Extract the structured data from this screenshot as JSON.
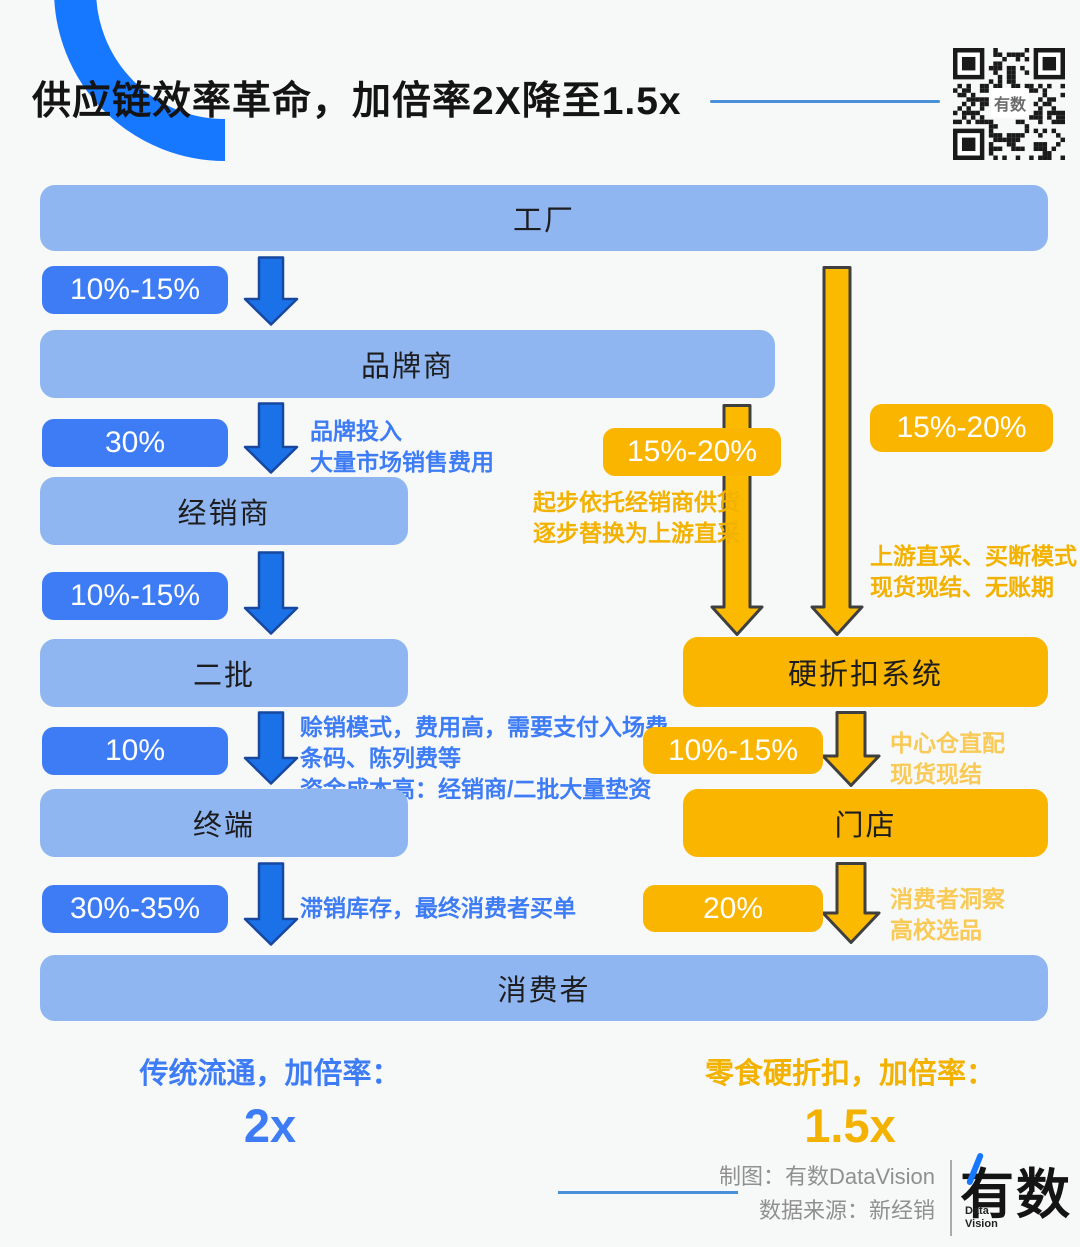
{
  "title": "供应链效率革命，加倍率2X降至1.5x",
  "colors": {
    "bg": "#F7F8F8",
    "light_blue": "#8FB6F0",
    "badge_blue": "#3D7CF5",
    "arrow_blue": "#1B72E8",
    "arrow_blue_outline": "#17479E",
    "yellow": "#F9B500",
    "arrow_yellow": "#FBBA00",
    "arrow_yellow_outline": "#3F3F3F",
    "note_yellow": "#F3B200",
    "note_light_yellow": "#F9CA56",
    "accent_line": "#4A90D9",
    "footer_gray": "#909090"
  },
  "top_bar": {
    "label": "工厂"
  },
  "bottom_bar": {
    "label": "消费者"
  },
  "left_chain": {
    "nodes": [
      "品牌商",
      "经销商",
      "二批",
      "终端"
    ],
    "badges": [
      "10%-15%",
      "30%",
      "10%-15%",
      "10%",
      "30%-35%"
    ],
    "notes": [
      "品牌投入\n大量市场销售费用",
      "赊销模式，费用高，需要支付入场费、\n条码、陈列费等\n资金成本高：经销商/二批大量垫资",
      "滞销库存，最终消费者买单"
    ],
    "summary_label": "传统流通，加倍率：",
    "summary_value": "2x"
  },
  "right_chain": {
    "nodes": [
      "硬折扣系统",
      "门店"
    ],
    "badges": [
      "15%-20%",
      "15%-20%",
      "10%-15%",
      "20%"
    ],
    "notes": [
      "起步依托经销商供货\n逐步替换为上游直采",
      "上游直采、买断模式\n现货现结、无账期",
      "中心仓直配\n现货现结",
      "消费者洞察\n高校选品"
    ],
    "summary_label": "零食硬折扣，加倍率：",
    "summary_value": "1.5x"
  },
  "footer": {
    "credit": "制图：有数DataVision",
    "source": "数据来源：新经销",
    "logo_text": "有数",
    "logo_sub": "Data\nVision"
  },
  "qr": {
    "center_label": "有数"
  }
}
